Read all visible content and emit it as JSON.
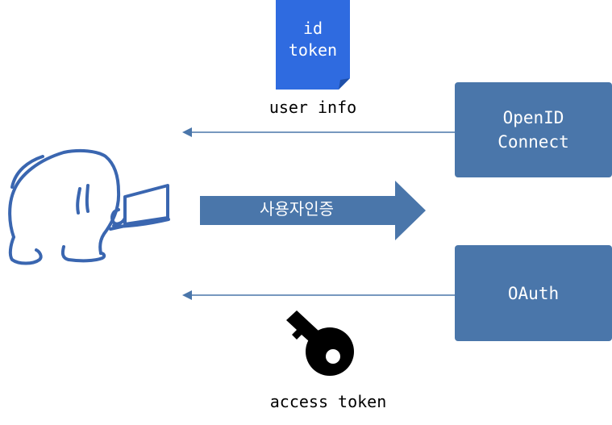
{
  "id_token": {
    "label": "id\ntoken",
    "color": "#2f6be0"
  },
  "user_info_label": "user info",
  "openid_box": {
    "label": "OpenID\nConnect",
    "color": "#4a76aa"
  },
  "auth_arrow": {
    "label": "사용자인증",
    "color": "#4a76aa"
  },
  "oauth_box": {
    "label": "OAuth",
    "color": "#4a76aa"
  },
  "access_token_label": "access token",
  "icons": {
    "user": "person-with-laptop-icon",
    "key": "key-icon"
  }
}
